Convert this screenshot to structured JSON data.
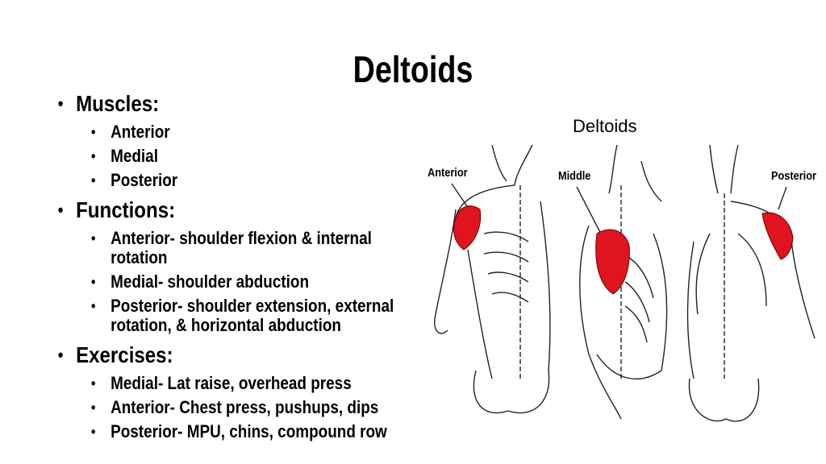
{
  "slide": {
    "title": "Deltoids",
    "sections": [
      {
        "heading": "Muscles:",
        "items": [
          "Anterior",
          "Medial",
          "Posterior"
        ]
      },
      {
        "heading": "Functions:",
        "items": [
          "Anterior- shoulder flexion & internal rotation",
          "Medial- shoulder abduction",
          "Posterior- shoulder extension, external rotation, & horizontal abduction"
        ]
      },
      {
        "heading": "Exercises:",
        "items": [
          "Medial- Lat raise, overhead press",
          "Anterior- Chest press, pushups, dips",
          "Posterior- MPU, chins, compound row"
        ]
      }
    ]
  },
  "figure": {
    "title": "Deltoids",
    "labels": {
      "anterior": "Anterior",
      "middle": "Middle",
      "posterior": "Posterior"
    },
    "highlight_color": "#e0141e"
  }
}
